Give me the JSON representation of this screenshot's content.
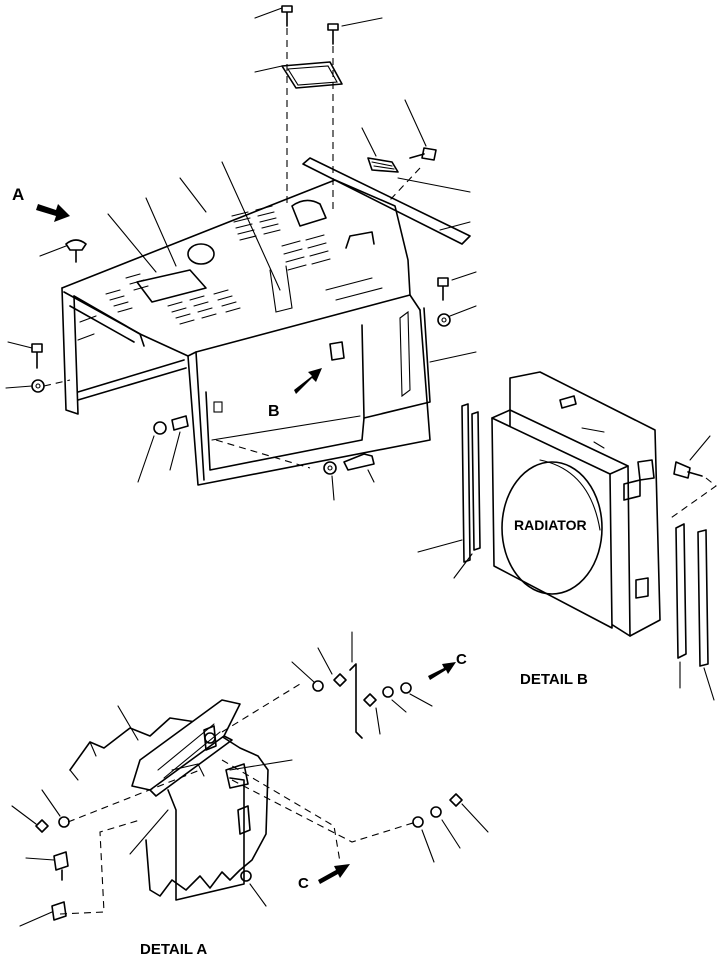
{
  "labels": {
    "view_a": "A",
    "view_b": "B",
    "connector_c_top": "C",
    "connector_c_bottom": "C",
    "radiator": "RADIATOR",
    "detail_b": "DETAIL B",
    "detail_a": "DETAIL A"
  }
}
